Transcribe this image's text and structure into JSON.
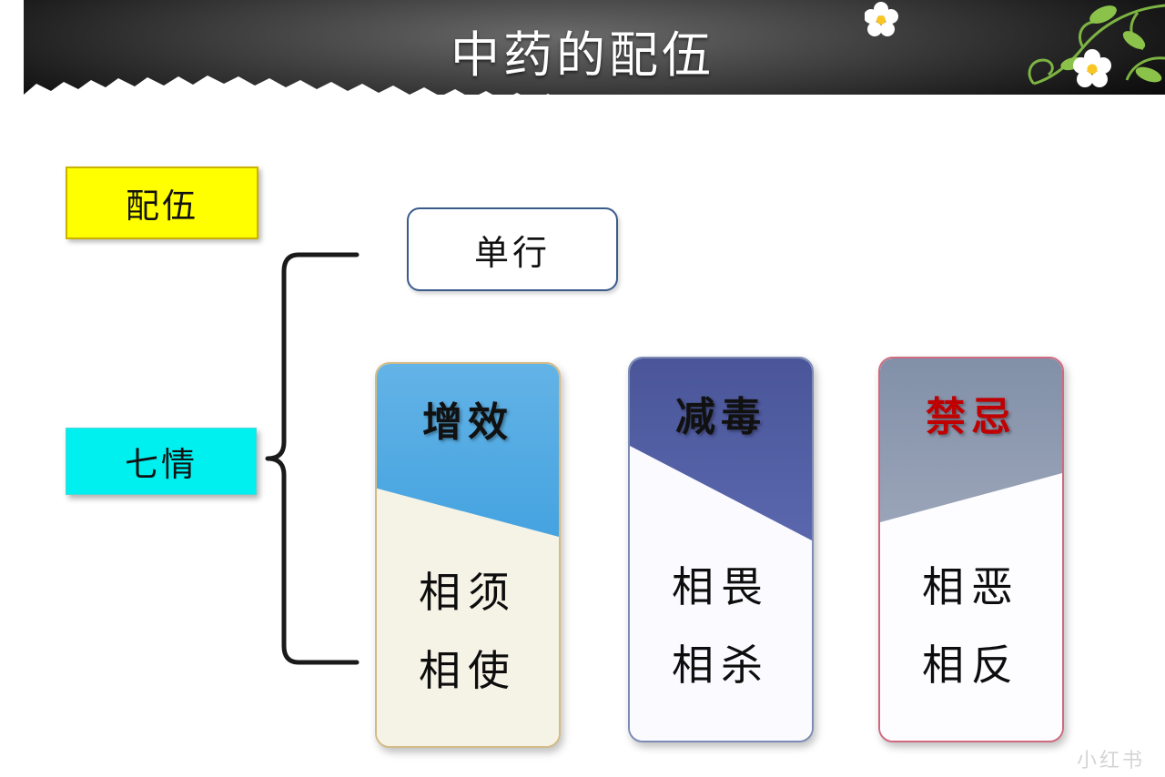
{
  "header": {
    "title": "中药的配伍",
    "background_color": "#1a1a1a",
    "decoration": "floral-vine-art"
  },
  "labels": {
    "peiwu": "配伍",
    "peiwu_color": "#ffff00",
    "qiqing": "七情",
    "qiqing_color": "#00f0f0"
  },
  "nodes": {
    "danxing": "单行"
  },
  "cards": [
    {
      "id": "zengxiao",
      "head": "增效",
      "head_color": "#111111",
      "band_color": "#45a3e0",
      "body_color": "#f5f2e6",
      "border_color": "#d3bb86",
      "lines": [
        "相须",
        "相使"
      ]
    },
    {
      "id": "jiandu",
      "head": "减毒",
      "head_color": "#111111",
      "band_color": "#4a5699",
      "body_color": "#fbfbff",
      "border_color": "#7d8cb5",
      "lines": [
        "相畏",
        "相杀"
      ]
    },
    {
      "id": "jinji",
      "head": "禁忌",
      "head_color": "#c00000",
      "band_color": "#8190a8",
      "body_color": "#fdfdff",
      "border_color": "#d06a80",
      "lines": [
        "相恶",
        "相反"
      ]
    }
  ],
  "watermark": "小红书"
}
